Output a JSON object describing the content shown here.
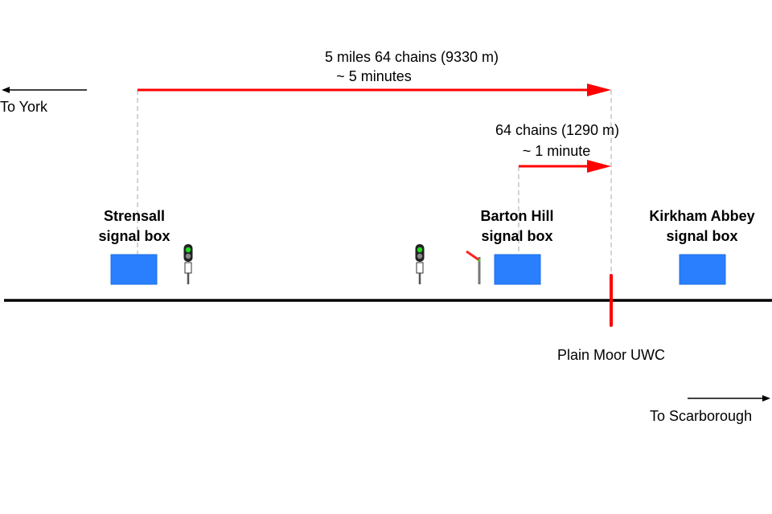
{
  "directions": {
    "left": "To York",
    "right": "To Scarborough"
  },
  "distances": {
    "long": {
      "line1": "5 miles 64 chains (9330 m)",
      "line2": "~ 5 minutes"
    },
    "short": {
      "line1": "64 chains (1290 m)",
      "line2": "~ 1 minute"
    }
  },
  "signal_boxes": [
    {
      "line1": "Strensall",
      "line2": "signal box"
    },
    {
      "line1": "Barton Hill",
      "line2": "signal box"
    },
    {
      "line1": "Kirkham Abbey",
      "line2": "signal box"
    }
  ],
  "crossing": {
    "label": "Plain Moor UWC"
  },
  "colors": {
    "box": "#2a7fff",
    "red": "#ff0000",
    "track": "#000000"
  }
}
